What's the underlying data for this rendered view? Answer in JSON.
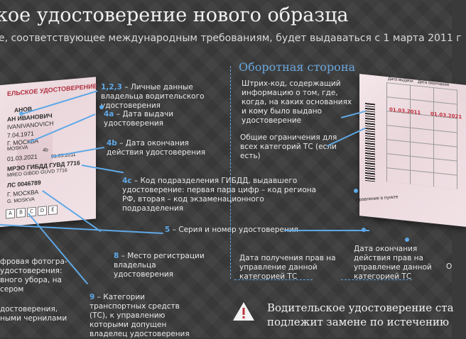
{
  "title": "кое удостоверение нового образца",
  "subtitle": "е, соответствующее международным требованиям, будет выдаваться с 1 марта 2011 г",
  "back_heading": "Оборотная сторона",
  "front_card": {
    "header": "ЕЛЬСКОЕ УДОСТОВЕРЕНИЕ",
    "lines": [
      "АНОВ",
      "АН ИВАНОВИЧ",
      "IVANIVANOVICH",
      "7.04.1971",
      "Г. МОСКВА",
      "MOSKVA",
      "01.03.2021",
      "01.03.2011",
      "МРЭО ГИБДД ГУВД 7716",
      "MREO GIBDD GUVD 7716",
      "ЛС 0046789",
      "Г. МОСКВА",
      "G. MOSKVA"
    ],
    "label_4b": "4b",
    "categories": [
      "А",
      "В",
      "С",
      "D",
      "Е"
    ]
  },
  "back_card": {
    "date_start": "01.03.2011",
    "date_end": "01.03.2021",
    "headers": [
      "Дата выдачи",
      "Дата окончания"
    ],
    "rotated_label": "Управление в пункте"
  },
  "annotations": {
    "a123_num": "1,2,3",
    "a123_text": "– Личные данные владельца водительского удостоверения",
    "a4a_num": "4a",
    "a4a_text": "– Дата выдачи удостоверения",
    "a4b_num": "4b",
    "a4b_text": "– Дата окончания действия удостоверения",
    "a4c_num": "4c",
    "a4c_text": "– Код подразделения ГИБДД, выдавшего удостоверение: первая пара цифр – код региона РФ, вторая – код экзаменационного подразделения",
    "a5_num": "5",
    "a5_text": "– Серия и номер удостоверения",
    "a8_num": "8",
    "a8_text": "– Место регистрации владельца удостоверения",
    "a9_num": "9",
    "a9_text": "– Категории транспортных средств (ТС), к управлению которыми допущен владелец удостоверения",
    "left_photo": "фровая фотогра-\nудостоверения:\nвного убора, на сером",
    "left_bottom": "достоверения,\nными чернилами",
    "barcode": "Штрих-код, содержащий информацию о том, где, когда, на каких основаниях и кому было выдано удостоверение",
    "restrictions": "Общие ограничения для всех категорий ТС (если есть)",
    "date_rights": "Дата получения прав на управление данной категорией ТС",
    "date_end_rights": "Дата окончания действия прав на управление данной категорией ТС",
    "right_edge": "О"
  },
  "warning": {
    "line1": "Водительское удостоверение ста",
    "line2": "подлежит замене по истечению"
  },
  "colors": {
    "accent": "#5fa8e6",
    "background": "#3b3b3b",
    "card_red": "#c0303c"
  }
}
